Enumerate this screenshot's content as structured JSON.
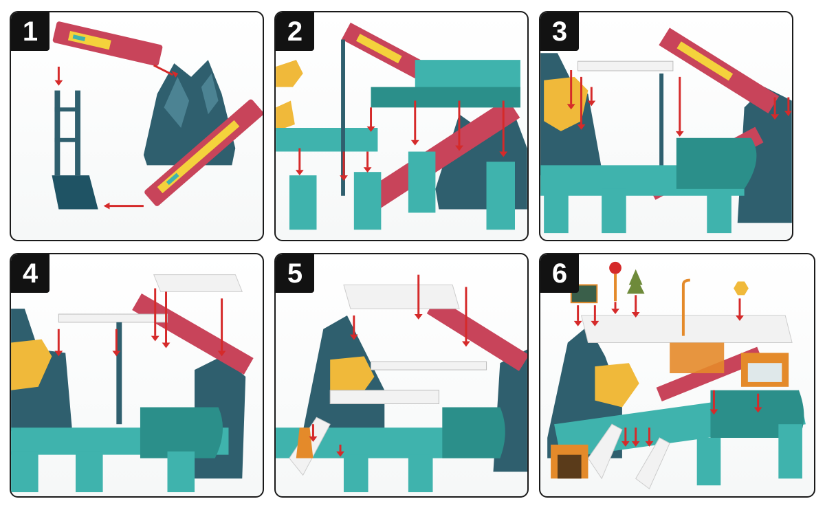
{
  "steps": [
    {
      "number": "1"
    },
    {
      "number": "2"
    },
    {
      "number": "3"
    },
    {
      "number": "4"
    },
    {
      "number": "5"
    },
    {
      "number": "6"
    }
  ],
  "colors": {
    "teal": "#3fb3ad",
    "teal_dark": "#2b8f8a",
    "mountain": "#2f5f6e",
    "ramp_red": "#c8445a",
    "dino_yellow": "#f0b93a",
    "arrow_red": "#d52a2a",
    "white_track": "#f2f2f2"
  }
}
